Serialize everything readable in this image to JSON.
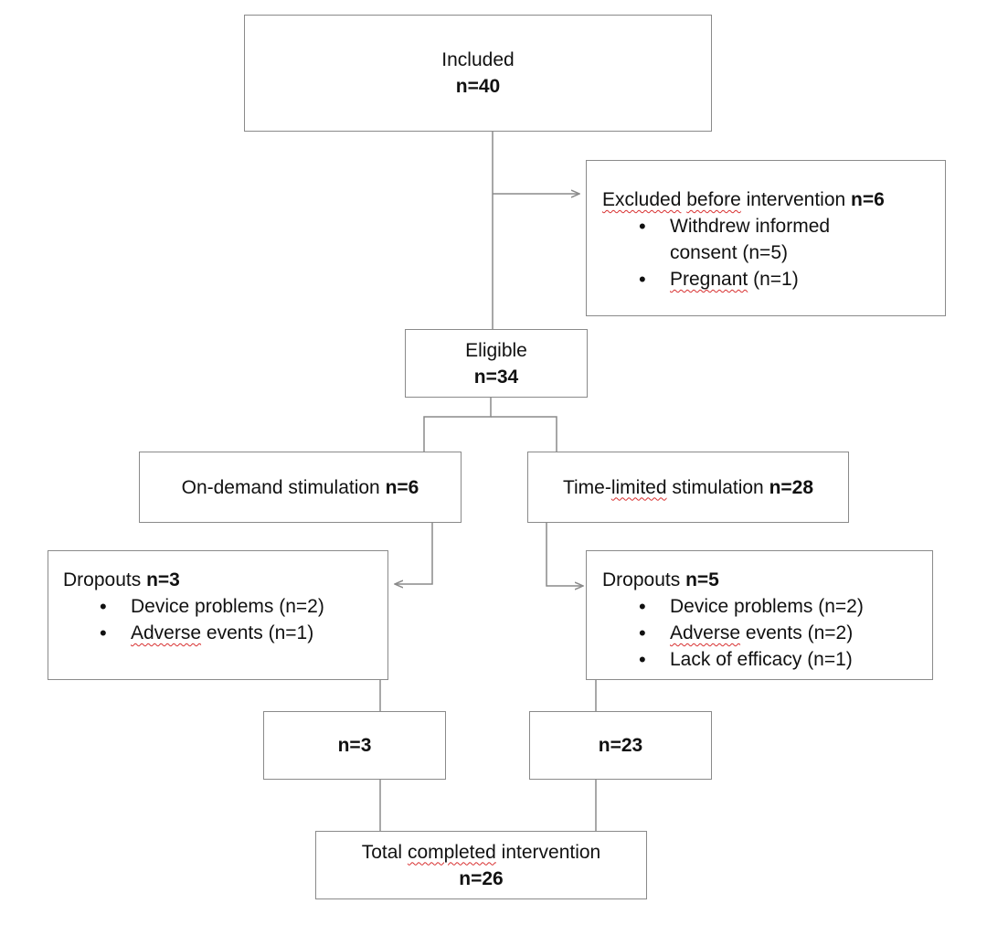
{
  "included": {
    "label": "Included",
    "count": "n=40"
  },
  "excluded": {
    "title_part1": "Excluded",
    "title_part2": "before",
    "title_part3": "intervention",
    "count": "n=6",
    "reasons": [
      {
        "line1": "Withdrew informed",
        "line2": "consent (n=5)"
      },
      {
        "word": "Pregnant",
        "rest": "(n=1)"
      }
    ]
  },
  "eligible": {
    "label": "Eligible",
    "count": "n=34"
  },
  "on_demand": {
    "label": "On-demand stimulation",
    "count": "n=6"
  },
  "time_limited": {
    "label_part1": "Time-",
    "label_part2": "limited",
    "label_part3": "stimulation",
    "count": "n=28"
  },
  "dropouts_left": {
    "label": "Dropouts",
    "count": "n=3",
    "reasons": [
      {
        "text": "Device problems (n=2)"
      },
      {
        "word": "Adverse",
        "rest": "events (n=1)"
      }
    ]
  },
  "dropouts_right": {
    "label": "Dropouts",
    "count": "n=5",
    "reasons": [
      {
        "text": "Device problems (n=2)"
      },
      {
        "word": "Adverse",
        "rest": "events (n=2)"
      },
      {
        "text": "Lack of efficacy (n=1)"
      }
    ]
  },
  "completed_left": {
    "count": "n=3"
  },
  "completed_right": {
    "count": "n=23"
  },
  "total": {
    "label_part1": "Total",
    "label_part2": "completed",
    "label_part3": "intervention",
    "count": "n=26"
  }
}
